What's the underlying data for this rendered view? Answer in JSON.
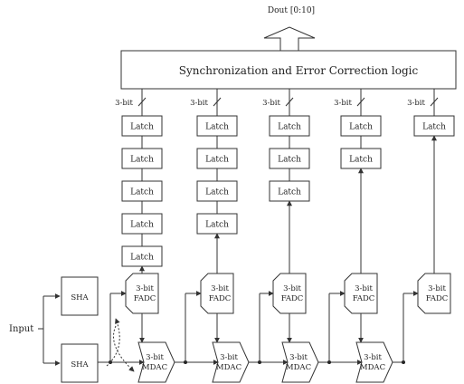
{
  "output_label": "Dout [0:10]",
  "logic_label": "Synchronization and Error Correction logic",
  "input_label": "Input",
  "sha_label": "SHA",
  "latch_label": "Latch",
  "bits_label": "3-bit",
  "fadc_line1": "3-bit",
  "fadc_line2": "FADC",
  "mdac_line1": "3-bit",
  "mdac_line2": "MDAC",
  "stage_count": 5,
  "latches_per_column": [
    5,
    4,
    3,
    2,
    1
  ],
  "mdac_stages": 4
}
